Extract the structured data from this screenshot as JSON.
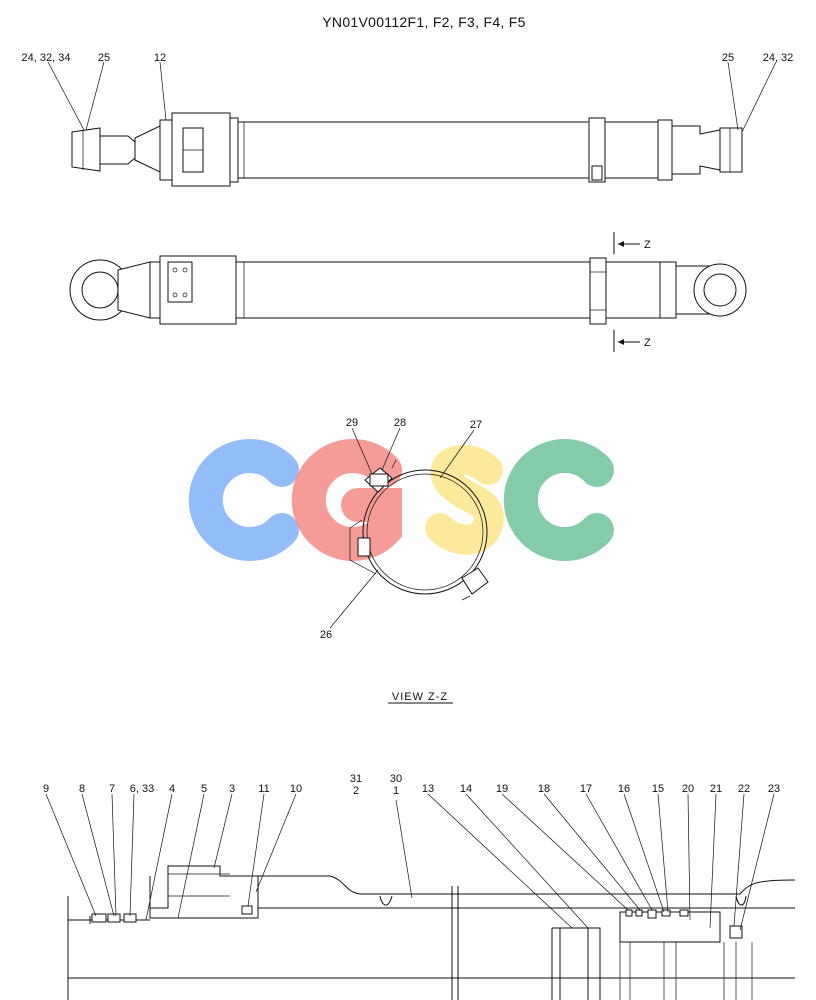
{
  "title": "YN01V00112F1, F2, F3, F4, F5",
  "view_label": "VIEW  Z-Z",
  "section_marker": "Z",
  "watermark": "CGSC",
  "colors": {
    "logo_c1": "#7fb2f7",
    "logo_g": "#f28b82",
    "logo_s": "#fde58a",
    "logo_c2": "#6fc39a"
  },
  "top_labels": {
    "l1": "24, 32, 34",
    "l2": "25",
    "l3": "12",
    "r1": "25",
    "r2": "24, 32"
  },
  "clamp_labels": {
    "a": "29",
    "b": "28",
    "c": "27",
    "d": "26"
  },
  "bottom_labels": {
    "n9": "9",
    "n8": "8",
    "n7": "7",
    "n6": "6, 33",
    "n4": "4",
    "n5": "5",
    "n3": "3",
    "n11": "11",
    "n10": "10",
    "n31": "31",
    "n2": "2",
    "n30": "30",
    "n1": "1",
    "n13": "13",
    "n14": "14",
    "n19": "19",
    "n18": "18",
    "n17": "17",
    "n16": "16",
    "n15": "15",
    "n20": "20",
    "n21": "21",
    "n22": "22",
    "n23": "23"
  }
}
